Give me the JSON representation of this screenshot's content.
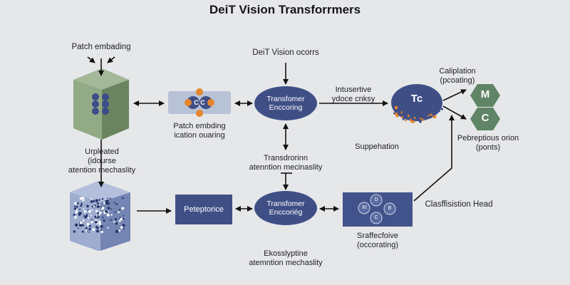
{
  "title": "DeiT Vision Transforrmers",
  "patch": {
    "heading": "Patch embading",
    "cube_label": [
      "Urpleated",
      "(idourse",
      "atention mechaslity"
    ]
  },
  "embedding_card": {
    "letters": "C C",
    "caption": [
      "Patch embding",
      "ication ouaring"
    ]
  },
  "top_center": {
    "label": "DeiT Vision ocorrs"
  },
  "encoder_top": [
    "Transfomer",
    "Enccoring"
  ],
  "encoder_bottom": [
    "Transfomer",
    "Enccoriég"
  ],
  "mid_center": [
    "Transdrorinn",
    "atenntion mecinaslity"
  ],
  "bottom_center": [
    "Ekosslyptine",
    "atemntion mechaslity"
  ],
  "intersect": [
    "Intusertive",
    "ydoce cnksy"
  ],
  "supp": "Suppehation",
  "tc_label": "Tc",
  "calib": [
    "Caliplation",
    "(pcoating)"
  ],
  "hexes": [
    "M",
    "C"
  ],
  "pebreptious": [
    "Pebreptious orion",
    "(ponts)"
  ],
  "peptorice": "Peteptorice",
  "cls_head": "Clasffisistion Head",
  "cls_inner": {
    "top": "D",
    "left": "Xt",
    "right": "B",
    "bottom": "C"
  },
  "sraffe": [
    "Sraffecfoive",
    "(occorating)"
  ],
  "colors": {
    "navy": "#3e4f86",
    "green": "#8aa37e",
    "orange": "#e6852c",
    "lightblue": "#b7c2d6",
    "hexgreen": "#5f8466"
  }
}
